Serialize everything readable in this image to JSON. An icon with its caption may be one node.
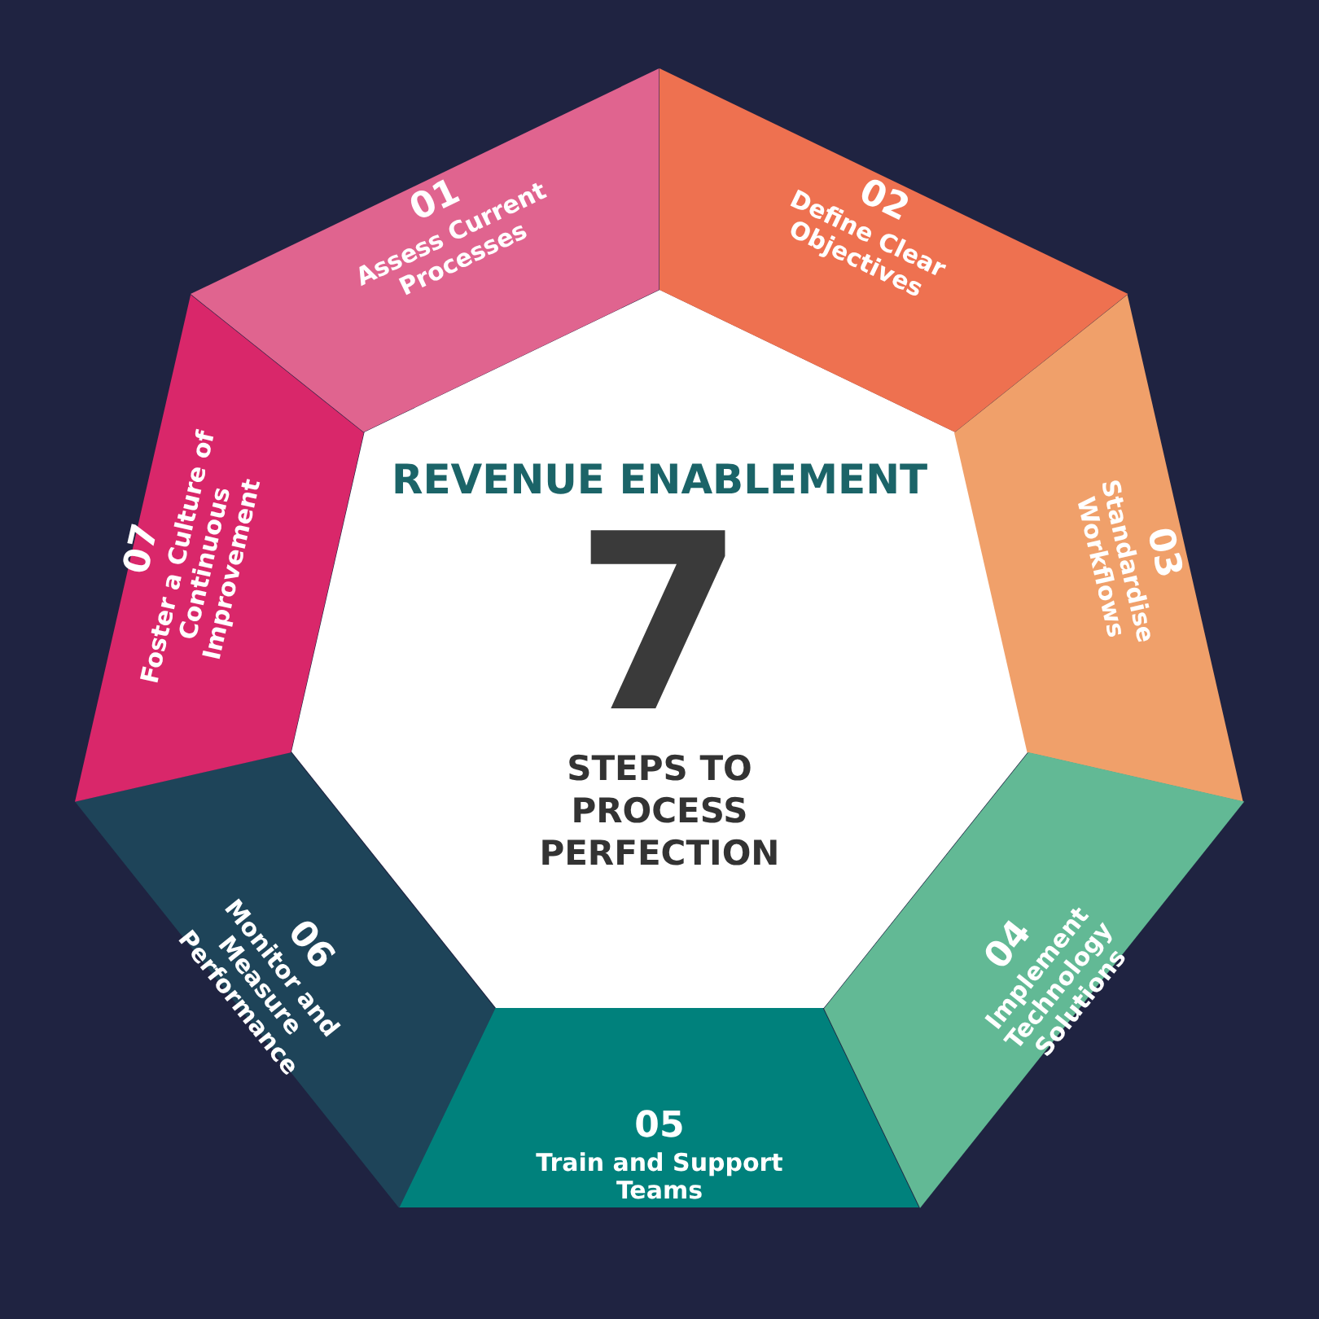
{
  "diagram": {
    "nodes": [
      {
        "text": [
          "REVENUE ENABLEMENT",
          "7",
          "STEPS TO PROCESS PERFECTION"
        ]
      },
      {
        "text": [
          "01",
          "Assess Current Processes"
        ]
      },
      {
        "text": [
          "02",
          "Define Clear Objectives"
        ]
      },
      {
        "text": [
          "03",
          "Standardise Workflows"
        ]
      },
      {
        "text": [
          "04",
          "Implement Technology Solutions"
        ]
      },
      {
        "text": [
          "05",
          "Train and Support Teams"
        ]
      },
      {
        "text": [
          "06",
          "Monitor and Measure Performance"
        ]
      },
      {
        "text": [
          "07",
          "Foster a Culture of Continuous Improvement"
        ]
      }
    ]
  }
}
